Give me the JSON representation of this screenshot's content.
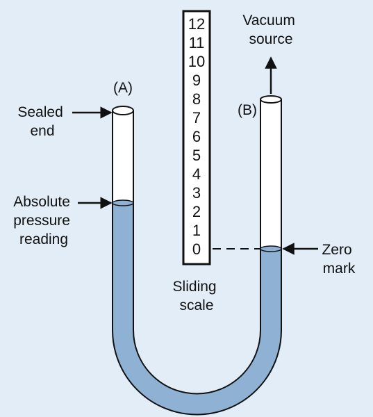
{
  "labels": {
    "tube_a": "(A)",
    "tube_b": "(B)",
    "sealed_end": [
      "Sealed",
      "end"
    ],
    "vacuum_source": [
      "Vacuum",
      "source"
    ],
    "absolute_pressure": [
      "Absolute",
      "pressure",
      "reading"
    ],
    "zero_mark": [
      "Zero",
      "mark"
    ],
    "sliding_scale": [
      "Sliding",
      "scale"
    ]
  },
  "scale": {
    "values": [
      "12",
      "11",
      "10",
      "9",
      "8",
      "7",
      "6",
      "5",
      "4",
      "3",
      "2",
      "1",
      "0"
    ]
  },
  "colors": {
    "background": "#e3edf7",
    "tube_fill": "#ffffff",
    "liquid": "#8fb2d4",
    "outline": "#111111"
  }
}
